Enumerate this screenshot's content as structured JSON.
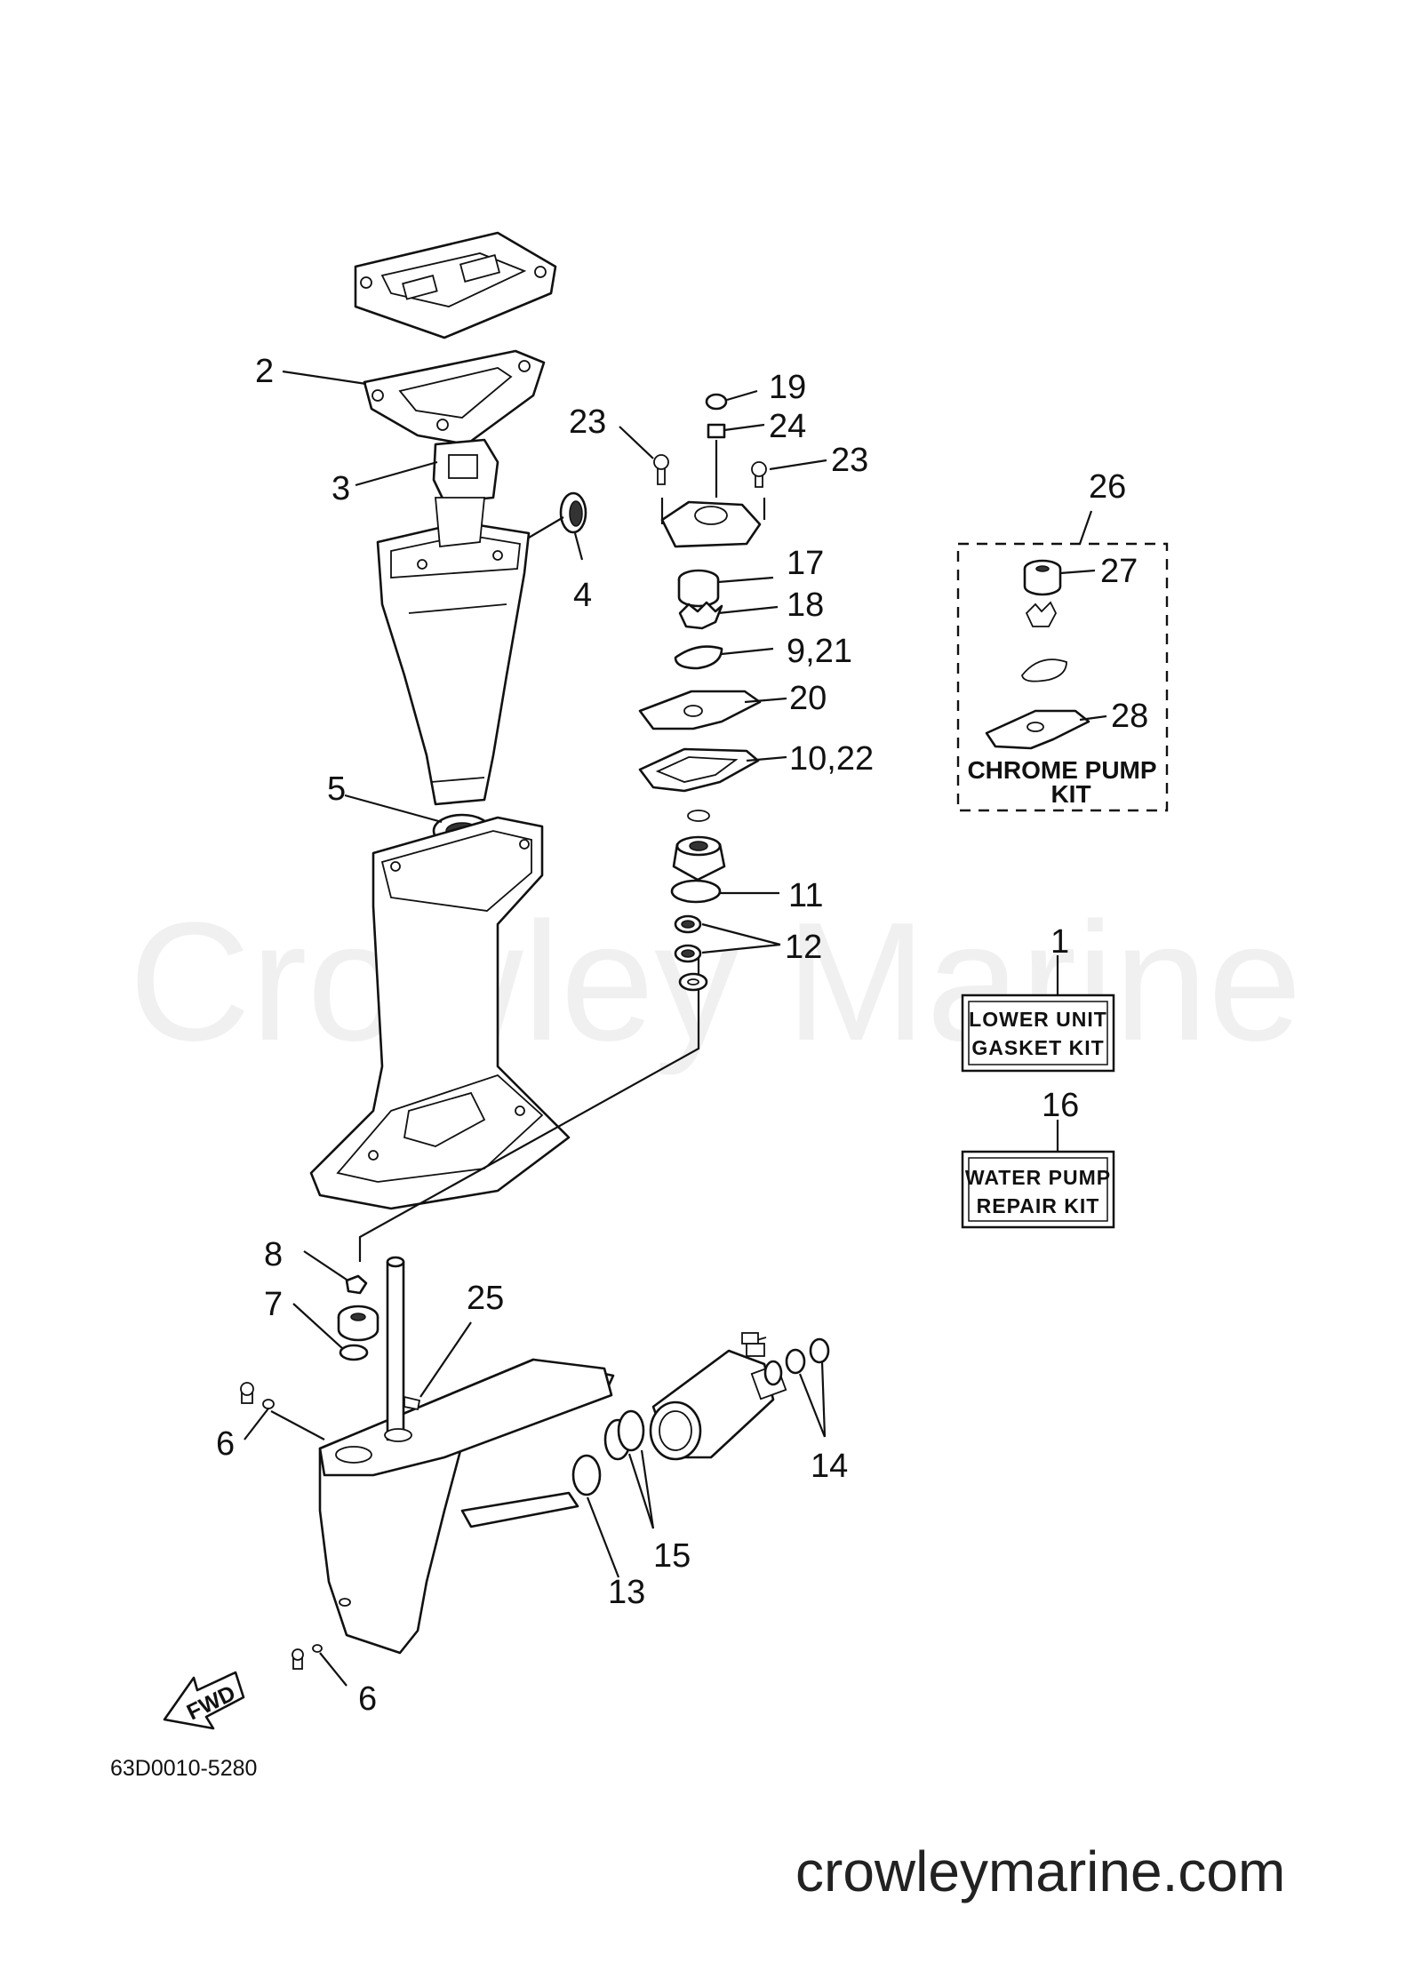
{
  "watermark": "Crowley Marine",
  "website": "crowleymarine.com",
  "diagram_code": "63D0010-5280",
  "fwd_label": "FWD",
  "callouts": {
    "c1": "1",
    "c2": "2",
    "c3": "3",
    "c4": "4",
    "c5": "5",
    "c6a": "6",
    "c6b": "6",
    "c7": "7",
    "c8": "8",
    "c9_21": "9,21",
    "c10_22": "10,22",
    "c11": "11",
    "c12": "12",
    "c13": "13",
    "c14": "14",
    "c15": "15",
    "c16": "16",
    "c17": "17",
    "c18": "18",
    "c19": "19",
    "c20": "20",
    "c23a": "23",
    "c23b": "23",
    "c24": "24",
    "c25": "25",
    "c26": "26",
    "c27": "27",
    "c28": "28"
  },
  "kits": {
    "lower_unit": {
      "line1": "LOWER UNIT",
      "line2": "GASKET KIT"
    },
    "water_pump": {
      "line1": "WATER PUMP",
      "line2": "REPAIR KIT"
    },
    "chrome_pump": {
      "line1": "CHROME PUMP",
      "line2": "KIT"
    }
  }
}
